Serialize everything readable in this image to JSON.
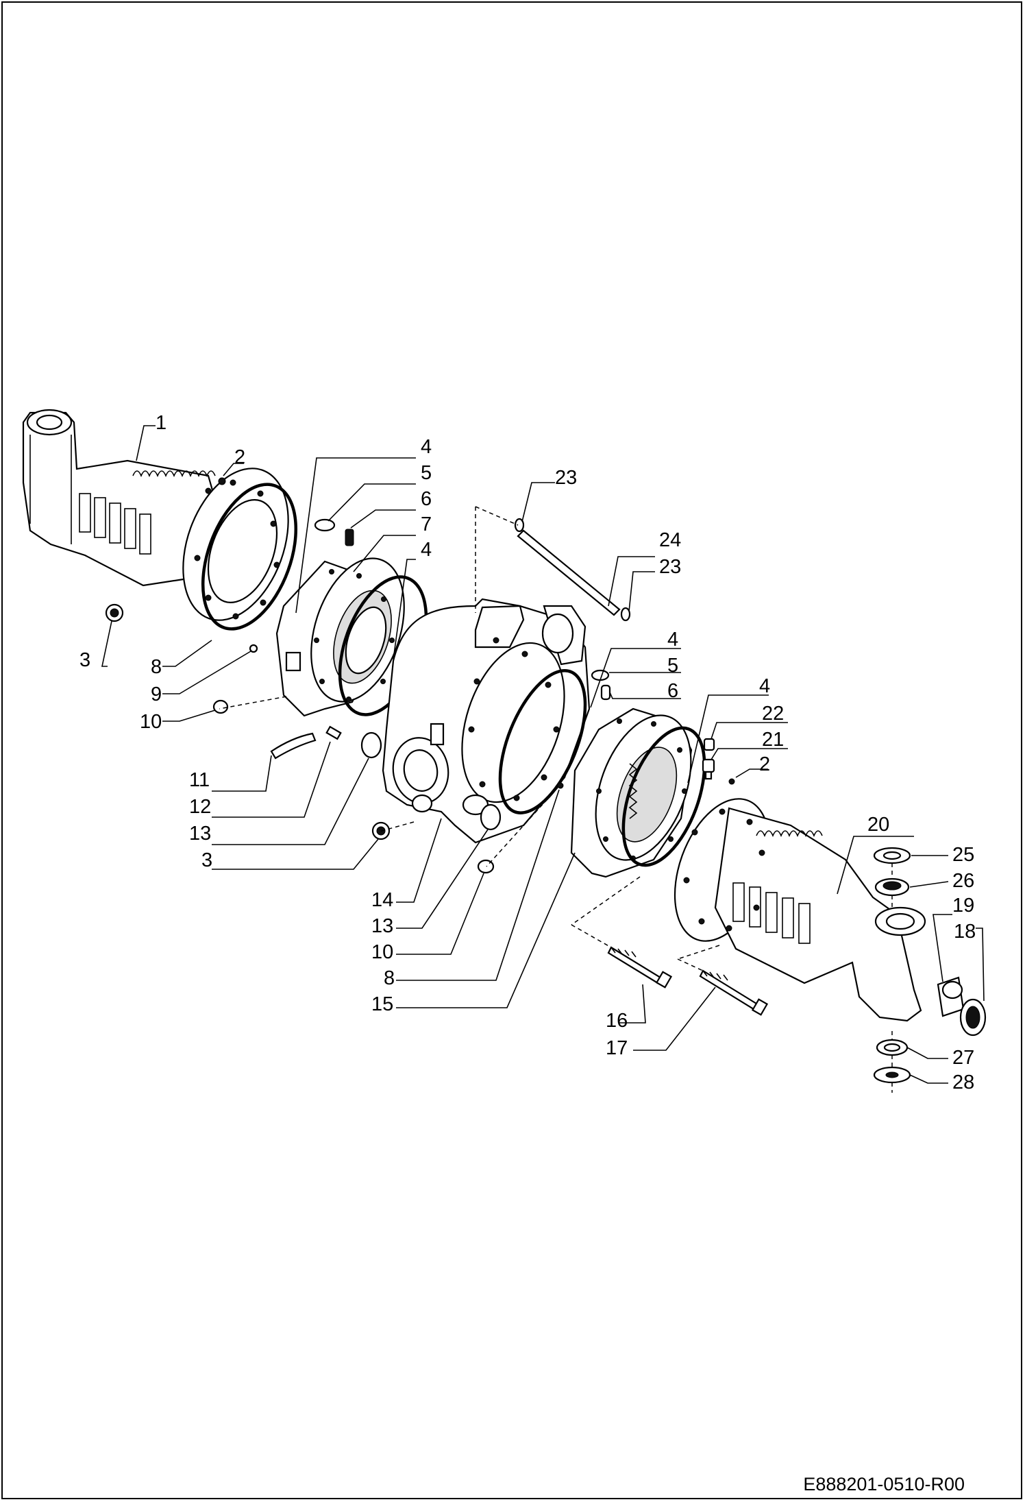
{
  "drawing": {
    "reference_code": "E888201-0510-R00",
    "callouts": [
      "1",
      "2",
      "3",
      "4",
      "5",
      "6",
      "7",
      "8",
      "9",
      "10",
      "11",
      "12",
      "13",
      "14",
      "15",
      "16",
      "17",
      "18",
      "19",
      "20",
      "21",
      "22",
      "23",
      "24",
      "25",
      "26",
      "27",
      "28"
    ]
  }
}
